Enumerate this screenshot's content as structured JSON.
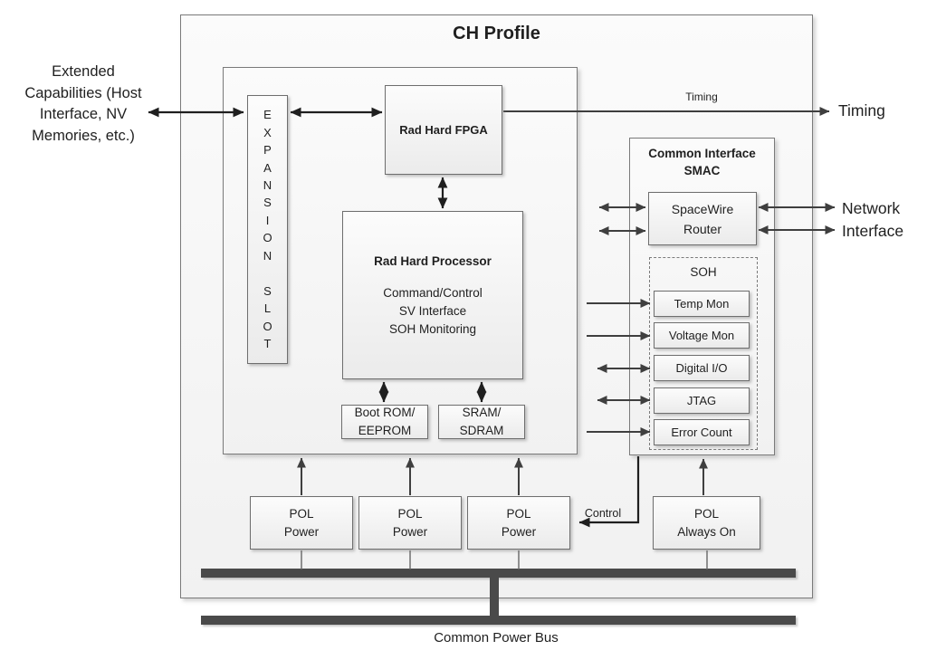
{
  "diagram": {
    "title": "CH Profile",
    "external": {
      "extended_capabilities": "Extended\nCapabilities (Host\nInterface, NV\nMemories, etc.)",
      "timing_line_label": "Timing",
      "timing_label": "Timing",
      "network_interface": "Network\nInterface",
      "common_power_bus": "Common Power Bus"
    },
    "expansion_slot": {
      "word1": "E\nX\nP\nA\nN\nS\nI\nO\nN",
      "word2": "S\nL\nO\nT"
    },
    "fpga": {
      "label": "Rad Hard FPGA"
    },
    "processor": {
      "title": "Rad Hard Processor",
      "functions": "Command/Control\nSV Interface\nSOH Monitoring"
    },
    "boot_rom": {
      "label": "Boot ROM/\nEEPROM"
    },
    "sram": {
      "label": "SRAM/\nSDRAM"
    },
    "smac": {
      "title": "Common Interface\nSMAC",
      "router": "SpaceWire\nRouter",
      "soh": {
        "title": "SOH",
        "items": [
          "Temp Mon",
          "Voltage Mon",
          "Digital I/O",
          "JTAG",
          "Error Count"
        ]
      }
    },
    "pol": {
      "power_label": "POL\nPower",
      "always_on_label": "POL\nAlways On",
      "control_label": "Control"
    },
    "colors": {
      "line": "#3f3f3f",
      "dark_line": "#1f1f1f",
      "bus_bar": "#4a4a4a",
      "box_border": "#6e6e6e",
      "text": "#1f1f1f"
    }
  }
}
